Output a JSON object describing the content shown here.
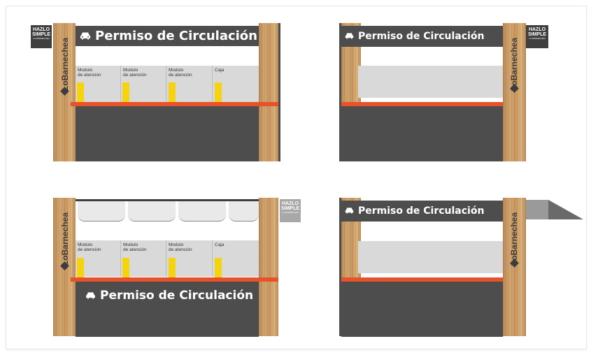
{
  "sign_text": "Permiso de Circulación",
  "modules": [
    "Modulo de atención",
    "Modulo de atención",
    "Modulo de atención",
    "Caja"
  ],
  "modules_line1": [
    "Modulo",
    "Modulo",
    "Modulo",
    "Caja"
  ],
  "modules_line2": [
    "de atención",
    "de atención",
    "de atención",
    ""
  ],
  "brand": "LoBarnechea",
  "hazlo_line1": "HAZLO",
  "hazlo_line2": "SIMPLE",
  "hazlo_sub": "LO BARNECHEA",
  "colors": {
    "dark": "#4d4d4d",
    "orange": "#e8522a",
    "yellow": "#f5d40f",
    "counter": "#d9d9d9",
    "wood": "#c8975f"
  },
  "icons": [
    "car-icon",
    "lobarnechea-logo-icon"
  ]
}
